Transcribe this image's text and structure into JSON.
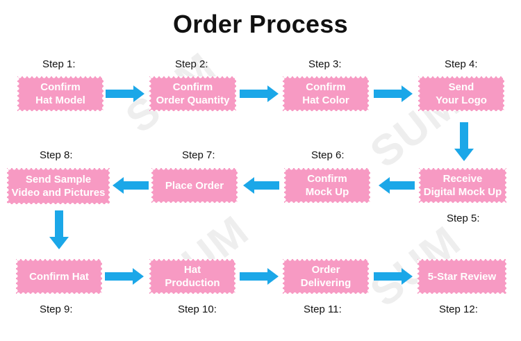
{
  "title": "Order Process",
  "watermark": "SUM",
  "colors": {
    "box": "#f79ac3",
    "arrow": "#1ba7e8",
    "text": "#111111"
  },
  "steps": [
    {
      "label": "Step 1:",
      "text": "Confirm\nHat Model"
    },
    {
      "label": "Step 2:",
      "text": "Confirm\nOrder Quantity"
    },
    {
      "label": "Step 3:",
      "text": "Confirm\nHat Color"
    },
    {
      "label": "Step 4:",
      "text": "Send\nYour Logo"
    },
    {
      "label": "Step 5:",
      "text": "Receive\nDigital Mock Up"
    },
    {
      "label": "Step 6:",
      "text": "Confirm\nMock Up"
    },
    {
      "label": "Step 7:",
      "text": "Place Order"
    },
    {
      "label": "Step 8:",
      "text": "Send Sample\nVideo and Pictures"
    },
    {
      "label": "Step 9:",
      "text": "Confirm Hat"
    },
    {
      "label": "Step 10:",
      "text": "Hat\nProduction"
    },
    {
      "label": "Step 11:",
      "text": "Order\nDelivering"
    },
    {
      "label": "Step 12:",
      "text": "5-Star Review"
    }
  ]
}
